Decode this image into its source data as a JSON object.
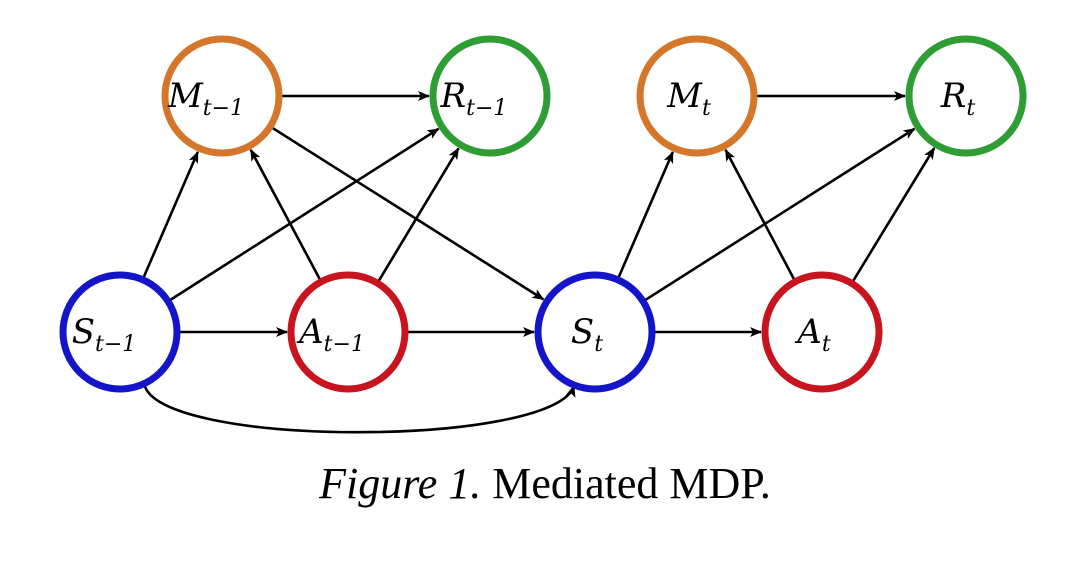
{
  "diagram": {
    "colors": {
      "M": "#d4772a",
      "R": "#2e9e34",
      "S": "#1414c8",
      "A": "#c8141e"
    },
    "nodes": [
      {
        "id": "M_prev",
        "base": "M",
        "sub": "t−1",
        "color_key": "M"
      },
      {
        "id": "R_prev",
        "base": "R",
        "sub": "t−1",
        "color_key": "R"
      },
      {
        "id": "M_cur",
        "base": "M",
        "sub": "t",
        "color_key": "M"
      },
      {
        "id": "R_cur",
        "base": "R",
        "sub": "t",
        "color_key": "R"
      },
      {
        "id": "S_prev",
        "base": "S",
        "sub": "t−1",
        "color_key": "S"
      },
      {
        "id": "A_prev",
        "base": "A",
        "sub": "t−1",
        "color_key": "A"
      },
      {
        "id": "S_cur",
        "base": "S",
        "sub": "t",
        "color_key": "S"
      },
      {
        "id": "A_cur",
        "base": "A",
        "sub": "t",
        "color_key": "A"
      }
    ],
    "edges": [
      {
        "from": "M_prev",
        "to": "R_prev"
      },
      {
        "from": "M_cur",
        "to": "R_cur"
      },
      {
        "from": "S_prev",
        "to": "M_prev"
      },
      {
        "from": "S_prev",
        "to": "R_prev"
      },
      {
        "from": "A_prev",
        "to": "M_prev"
      },
      {
        "from": "A_prev",
        "to": "R_prev"
      },
      {
        "from": "M_prev",
        "to": "S_cur"
      },
      {
        "from": "S_prev",
        "to": "A_prev"
      },
      {
        "from": "A_prev",
        "to": "S_cur"
      },
      {
        "from": "S_prev",
        "to": "S_cur",
        "curved": true
      },
      {
        "from": "S_cur",
        "to": "M_cur"
      },
      {
        "from": "S_cur",
        "to": "R_cur"
      },
      {
        "from": "A_cur",
        "to": "M_cur"
      },
      {
        "from": "A_cur",
        "to": "R_cur"
      },
      {
        "from": "S_cur",
        "to": "A_cur"
      }
    ]
  },
  "caption": {
    "label": "Figure 1.",
    "text": "Mediated MDP."
  }
}
